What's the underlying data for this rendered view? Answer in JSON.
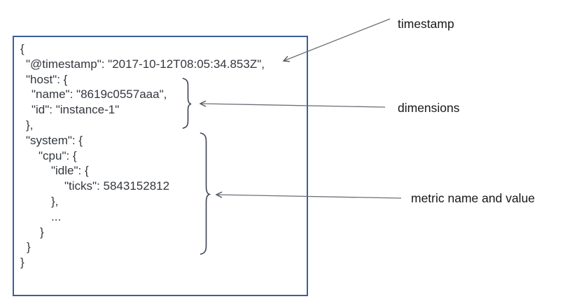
{
  "diagram": {
    "document_box": {
      "code_lines": [
        {
          "text": "{",
          "indent": 0
        },
        {
          "text": "\"@timestamp\": \"2017-10-12T08:05:34.853Z\",",
          "indent": 8
        },
        {
          "text": "\"host\": {",
          "indent": 8
        },
        {
          "text": "\"name\": \"8619c0557aaa\",",
          "indent": 16
        },
        {
          "text": "\"id\": \"instance-1\"",
          "indent": 16
        },
        {
          "text": "},",
          "indent": 8
        },
        {
          "text": "\"system\": {",
          "indent": 8
        },
        {
          "text": "\"cpu\": {",
          "indent": 26
        },
        {
          "text": "\"idle\": {",
          "indent": 44
        },
        {
          "text": "\"ticks\": 5843152812",
          "indent": 63
        },
        {
          "text": "},",
          "indent": 44
        },
        {
          "text": "...",
          "indent": 44
        },
        {
          "text": "}",
          "indent": 28
        },
        {
          "text": "}",
          "indent": 9
        },
        {
          "text": "}",
          "indent": 0
        }
      ]
    },
    "annotations": {
      "timestamp": {
        "label": "timestamp"
      },
      "dimensions": {
        "label": "dimensions"
      },
      "metric": {
        "label": "metric name and value"
      }
    },
    "colors": {
      "background": "#ffffff",
      "box_border": "#3f5c9c",
      "code_text": "#33373e",
      "arrow": "#6b7078",
      "arrow_head": "#51565f",
      "brace": "#3e4354",
      "label_text": "#17181a"
    }
  }
}
